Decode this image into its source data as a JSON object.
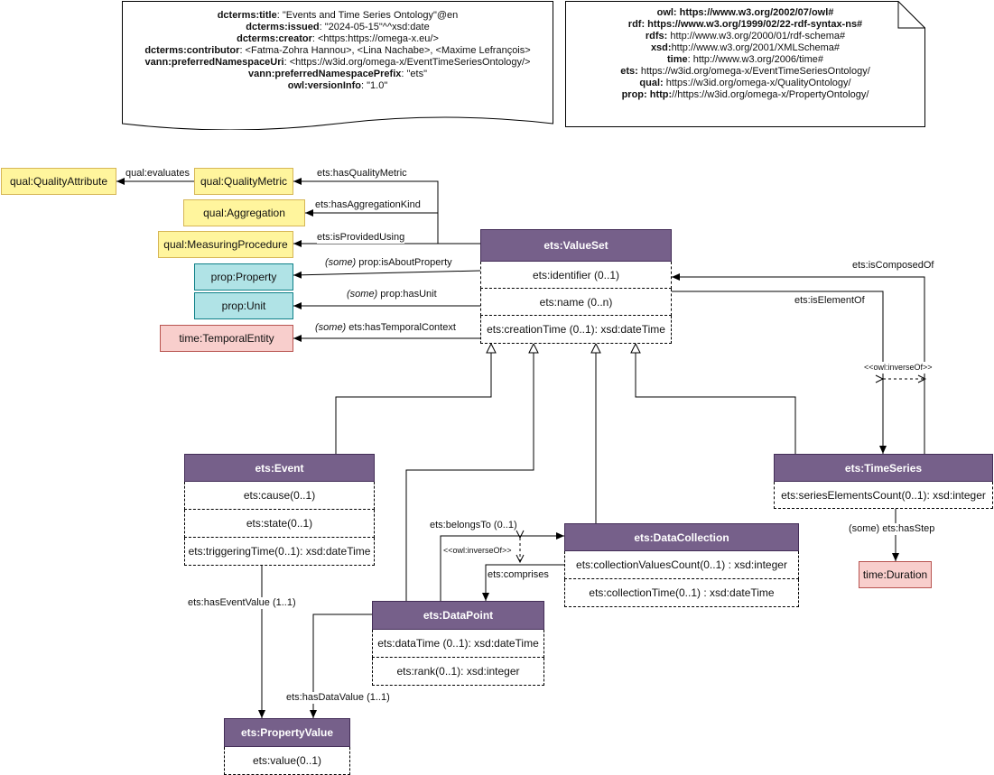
{
  "metadata_note": {
    "lines": [
      {
        "key": "dcterms:title",
        "value": ": \"Events and Time Series Ontology\"@en"
      },
      {
        "key": "dcterms:issued",
        "value": ": \"2024-05-15\"^^xsd:date"
      },
      {
        "key": "dcterms:creator",
        "value": ": <https:https://omega-x.eu/>"
      },
      {
        "key": "dcterms:contributor",
        "value": ": <Fatma-Zohra Hannou>, <Lina Nachabe>, <Maxime Lefrançois>"
      },
      {
        "key": "vann:preferredNamespaceUri",
        "value": ": <https://w3id.org/omega-x/EventTimeSeriesOntology/>"
      },
      {
        "key": "vann:preferredNamespacePrefix",
        "value": ": \"ets\""
      },
      {
        "key": "owl:versionInfo",
        "value": ": \"1.0\""
      }
    ]
  },
  "namespace_note": {
    "lines": [
      {
        "key": "owl:",
        "value": " https://www.w3.org/2002/07/owl#",
        "value_bold": true
      },
      {
        "key": "rdf:",
        "value": " https://www.w3.org/1999/02/22-rdf-syntax-ns#",
        "value_bold": true
      },
      {
        "key": "rdfs:",
        "value": " http://www.w3.org/2000/01/rdf-schema#",
        "value_bold": false
      },
      {
        "key": "xsd:",
        "value": "http://www.w3.org/2001/XMLSchema#",
        "value_bold": false
      },
      {
        "key": "time",
        "value": ": http://www.w3.org/2006/time#",
        "value_bold": false
      },
      {
        "key": "ets:",
        "value": " https://w3id.org/omega-x/EventTimeSeriesOntology/",
        "value_bold": false
      },
      {
        "key": "qual:",
        "value": " https://w3id.org/omega-x/QualityOntology/",
        "value_bold": false
      },
      {
        "key": "prop: http:",
        "value": "//https://w3id.org/omega-x/PropertyOntology/",
        "value_bold": false
      }
    ]
  },
  "external_classes": {
    "quality_attribute": "qual:QualityAttribute",
    "quality_metric": "qual:QualityMetric",
    "aggregation": "qual:Aggregation",
    "measuring_procedure": "qual:MeasuringProcedure",
    "property": "prop:Property",
    "unit": "prop:Unit",
    "temporal_entity": "time:TemporalEntity",
    "duration": "time:Duration"
  },
  "classes": {
    "value_set": {
      "name": "ets:ValueSet",
      "attributes": [
        "ets:identifier (0..1)",
        "ets:name (0..n)",
        "ets:creationTime (0..1): xsd:dateTime"
      ]
    },
    "event": {
      "name": "ets:Event",
      "attributes": [
        "ets:cause(0..1)",
        "ets:state(0..1)",
        "ets:triggeringTime(0..1): xsd:dateTime"
      ]
    },
    "time_series": {
      "name": "ets:TimeSeries",
      "attributes": [
        "ets:seriesElementsCount(0..1): xsd:integer"
      ]
    },
    "data_collection": {
      "name": "ets:DataCollection",
      "attributes": [
        "ets:collectionValuesCount(0..1) : xsd:integer",
        "ets:collectionTime(0..1) : xsd:dateTime"
      ]
    },
    "data_point": {
      "name": "ets:DataPoint",
      "attributes": [
        "ets:dataTime (0..1): xsd:dateTime",
        "ets:rank(0..1): xsd:integer"
      ]
    },
    "property_value": {
      "name": "ets:PropertyValue",
      "attributes": [
        "ets:value(0..1)"
      ]
    }
  },
  "edge_labels": {
    "evaluates": "qual:evaluates",
    "has_quality_metric": "ets:hasQualityMetric",
    "has_aggregation_kind": "ets:hasAggregationKind",
    "is_provided_using": "ets:isProvidedUsing",
    "some": "(some)",
    "is_about_property": " prop:isAboutProperty",
    "has_unit": " prop:hasUnit",
    "has_temporal_context": " ets:hasTemporalContext",
    "is_composed_of": "ets:isComposedOf",
    "is_element_of": "ets:isElementOf",
    "inverse_of_1": "<<owl:inverseOf>>",
    "has_step": "(some) ets:hasStep",
    "belongs_to": "ets:belongsTo (0..1)",
    "inverse_of_2": "<<owl:inverseOf>>",
    "comprises": "ets:comprises",
    "has_event_value": "ets:hasEventValue (1..1)",
    "has_data_value": "ets:hasDataValue (1..1)"
  }
}
